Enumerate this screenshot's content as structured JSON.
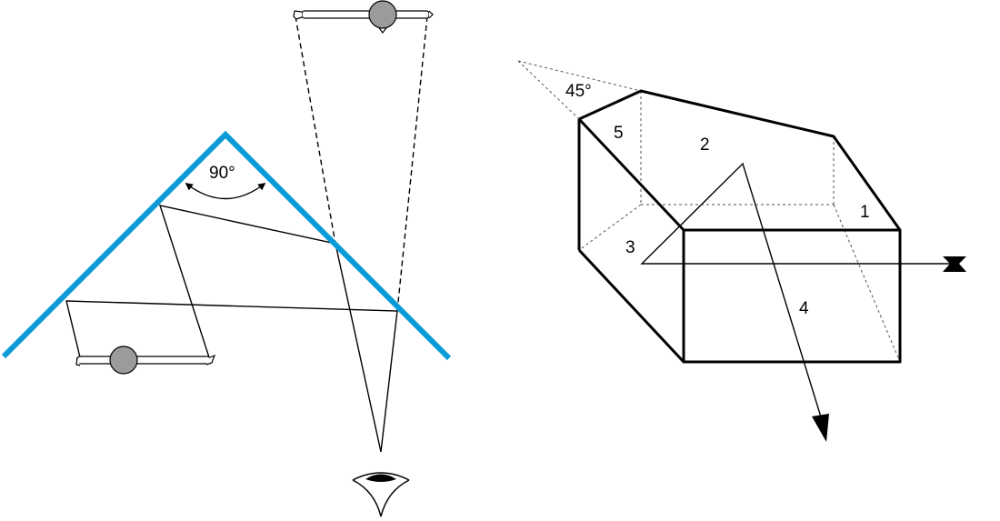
{
  "left_diagram": {
    "mirror_color": "#0b9ad8",
    "angle_label": "90°"
  },
  "right_diagram": {
    "angle_label": "45°",
    "face_labels": [
      "1",
      "2",
      "3",
      "4",
      "5"
    ]
  }
}
